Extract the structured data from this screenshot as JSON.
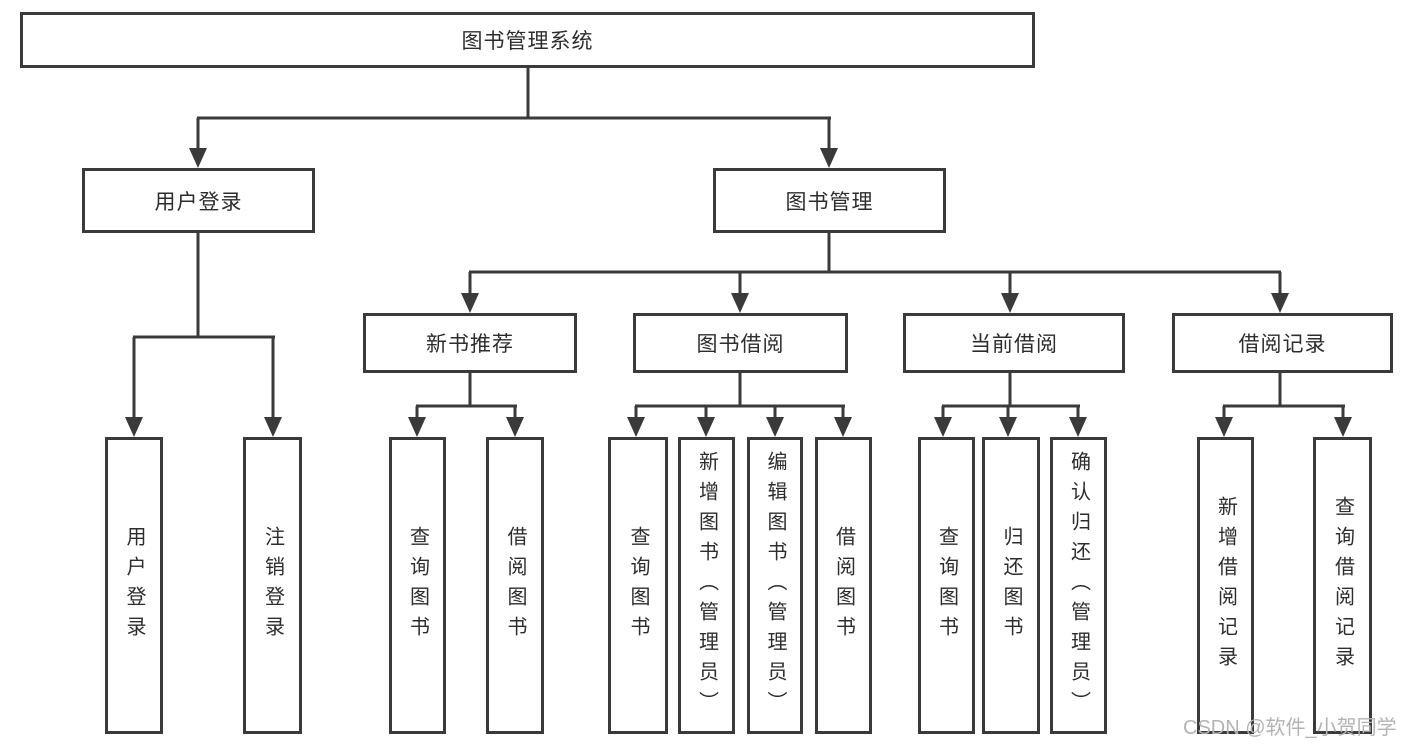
{
  "diagram": {
    "type": "hierarchy",
    "nodes": {
      "root": {
        "label": "图书管理系统"
      },
      "level2": [
        {
          "label": "用户登录"
        },
        {
          "label": "图书管理"
        }
      ],
      "level3": [
        {
          "label": "新书推荐",
          "parent": "图书管理"
        },
        {
          "label": "图书借阅",
          "parent": "图书管理"
        },
        {
          "label": "当前借阅",
          "parent": "图书管理"
        },
        {
          "label": "借阅记录",
          "parent": "图书管理"
        }
      ],
      "leaves": [
        {
          "label": "用户登录",
          "parent": "用户登录"
        },
        {
          "label": "注销登录",
          "parent": "用户登录"
        },
        {
          "label": "查询图书",
          "parent": "新书推荐"
        },
        {
          "label": "借阅图书",
          "parent": "新书推荐"
        },
        {
          "label": "查询图书",
          "parent": "图书借阅"
        },
        {
          "label": "新增图书（管理员）",
          "parent": "图书借阅"
        },
        {
          "label": "编辑图书（管理员）",
          "parent": "图书借阅"
        },
        {
          "label": "借阅图书",
          "parent": "图书借阅"
        },
        {
          "label": "查询图书",
          "parent": "当前借阅"
        },
        {
          "label": "归还图书",
          "parent": "当前借阅"
        },
        {
          "label": "确认归还（管理员）",
          "parent": "当前借阅"
        },
        {
          "label": "新增借阅记录",
          "parent": "借阅记录"
        },
        {
          "label": "查询借阅记录",
          "parent": "借阅记录"
        }
      ]
    }
  },
  "watermark": {
    "text": "CSDN @软件_小贺同学"
  },
  "colors": {
    "line": "#3a3a3a",
    "text": "#2d2d2d",
    "watermark": "#b3b3b3",
    "background": "#ffffff"
  }
}
